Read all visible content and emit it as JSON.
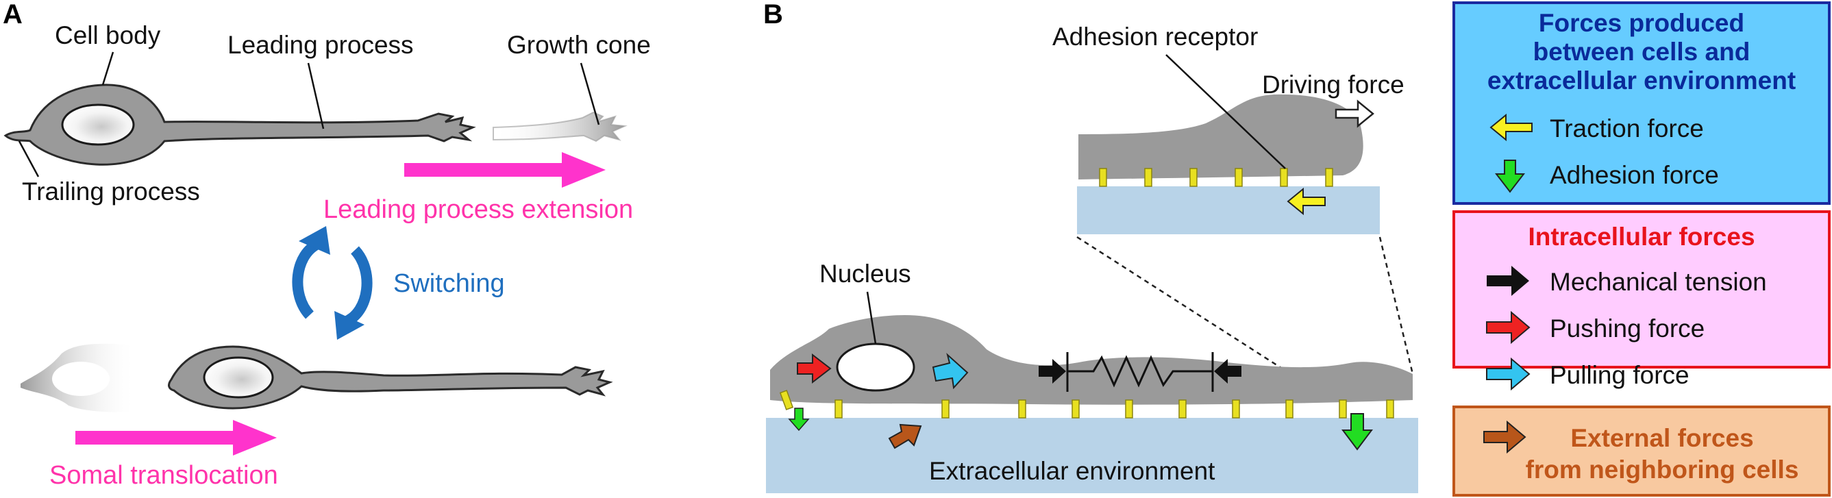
{
  "panels": {
    "a_letter": "A",
    "b_letter": "B"
  },
  "panel_a": {
    "cell_body": "Cell body",
    "leading_process": "Leading process",
    "growth_cone": "Growth cone",
    "trailing_process": "Trailing process",
    "leading_process_extension": "Leading process extension",
    "switching": "Switching",
    "somal_translocation": "Somal translocation"
  },
  "panel_b": {
    "adhesion_receptor": "Adhesion receptor",
    "driving_force": "Driving force",
    "nucleus": "Nucleus",
    "extracellular_environment": "Extracellular environment"
  },
  "legend": {
    "box1": {
      "title_lines": [
        "Forces produced",
        "between cells and",
        "extracellular environment"
      ],
      "items": [
        "Traction force",
        "Adhesion force"
      ]
    },
    "box2": {
      "title": "Intracellular forces",
      "items": [
        "Mechanical tension",
        "Pushing force",
        "Pulling force"
      ]
    },
    "box3": {
      "title_lines": [
        "External forces",
        "from neighboring cells"
      ]
    }
  },
  "colors": {
    "cell_gray": "#9a9a9a",
    "substrate_blue": "#b8d3e8",
    "magenta": "#ff33cc",
    "switch_blue": "#1f6fbf",
    "traction_yellow": "#f7f020",
    "adhesion_green": "#22dd22",
    "push_red": "#ee2222",
    "pull_cyan": "#33c4f0",
    "external_brown": "#b8561a",
    "legend1_bg": "#66ccff",
    "legend1_border": "#1a2aa0",
    "legend2_bg": "#ffccff",
    "legend2_border": "#e8131c",
    "legend3_bg": "#f8c9a0",
    "legend3_border": "#c0561a"
  }
}
